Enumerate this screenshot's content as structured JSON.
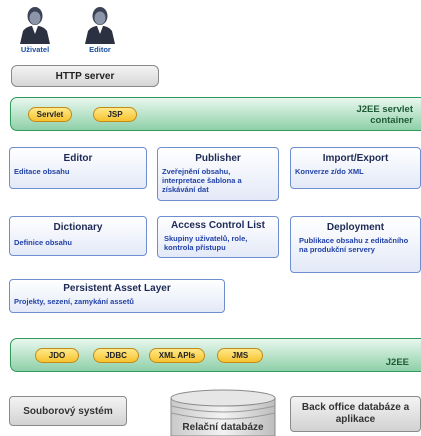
{
  "users": [
    {
      "label": "Uživatel",
      "icon": "user-icon"
    },
    {
      "label": "Editor",
      "icon": "user-icon"
    }
  ],
  "http_server": "HTTP server",
  "servlet_container": {
    "title_line1": "J2EE servlet",
    "title_line2": "container",
    "items": [
      "Servlet",
      "JSP"
    ]
  },
  "modules": {
    "editor": {
      "title": "Editor",
      "desc": "Editace obsahu"
    },
    "publisher": {
      "title": "Publisher",
      "desc": "Zveřejnění obsahu, interpretace šablona a získávání dat"
    },
    "import_export": {
      "title": "Import/Export",
      "desc": "Konverze z/do XML"
    },
    "dictionary": {
      "title": "Dictionary",
      "desc": "Definice obsahu"
    },
    "acl": {
      "title": "Access Control List",
      "desc": "Skupiny uživatelů, role, kontrola přístupu"
    },
    "deployment": {
      "title": "Deployment",
      "desc": "Publikace obsahu z editačního na produkční servery"
    },
    "persistent": {
      "title": "Persistent Asset Layer",
      "desc": "Projekty, sezení, zamykání assetů"
    }
  },
  "j2ee": {
    "title": "J2EE",
    "items": [
      "JDO",
      "JDBC",
      "XML APIs",
      "JMS"
    ]
  },
  "storage": {
    "filesystem": "Souborový systém",
    "relational_db": "Relační databáze",
    "backoffice": "Back office databáze a aplikace"
  },
  "colors": {
    "band_border": "#2f9b5b",
    "pill_fill": "#f7c22e",
    "box_border": "#6f8ed0",
    "desc_text": "#2242a8",
    "user_label": "#1a4ea0"
  }
}
